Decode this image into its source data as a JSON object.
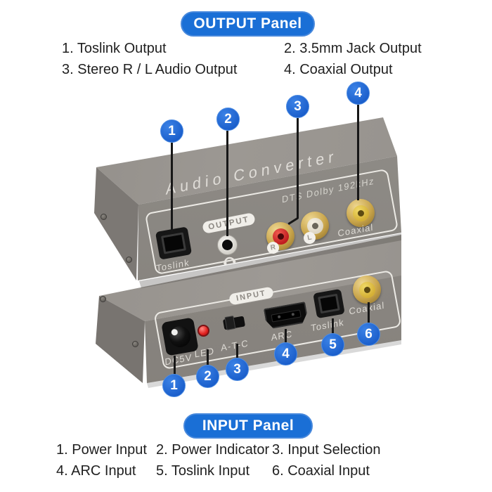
{
  "colors": {
    "badge_blue": "#1a6fd6",
    "callout_blue": "#1b5ecb",
    "device_gray": "#8d8984",
    "device_gray_light": "#9a9691",
    "device_gray_dark": "#7b7773",
    "rca_gold": "#c8a44a",
    "rca_red": "#c01c20",
    "rca_white": "#e9e3d4",
    "rca_yellow": "#d4af35",
    "led_red": "#e0201e",
    "line_black": "#171717"
  },
  "header": {
    "badge": "OUTPUT Panel"
  },
  "output_legend": {
    "items": [
      {
        "text": "1. Toslink Output"
      },
      {
        "text": "2. 3.5mm Jack Output"
      },
      {
        "text": "3. Stereo R / L Audio Output"
      },
      {
        "text": "4. Coaxial Output"
      }
    ]
  },
  "footer": {
    "badge": "INPUT Panel"
  },
  "input_legend": {
    "items": [
      {
        "text": "1. Power Input"
      },
      {
        "text": "2. Power Indicator"
      },
      {
        "text": "3. Input Selection"
      },
      {
        "text": "4. ARC Input"
      },
      {
        "text": "5. Toslink Input"
      },
      {
        "text": "6. Coaxial Input"
      }
    ]
  },
  "device": {
    "top_label_primary": "Audio Converter",
    "top_label_secondary": "DTS Dolby 192kHz",
    "output_face": {
      "panel_tag": "OUTPUT",
      "toslink": "Toslink",
      "rca_r": "R",
      "rca_l": "L",
      "coaxial": "Coaxial"
    },
    "input_face": {
      "panel_tag": "INPUT",
      "power": "DC5V",
      "led": "LED",
      "switch": "A-T-C",
      "arc": "ARC",
      "toslink": "Toslink",
      "coaxial": "Coaxial"
    }
  },
  "callouts": {
    "output": [
      "1",
      "2",
      "3",
      "4"
    ],
    "input": [
      "1",
      "2",
      "3",
      "4",
      "5",
      "6"
    ]
  }
}
